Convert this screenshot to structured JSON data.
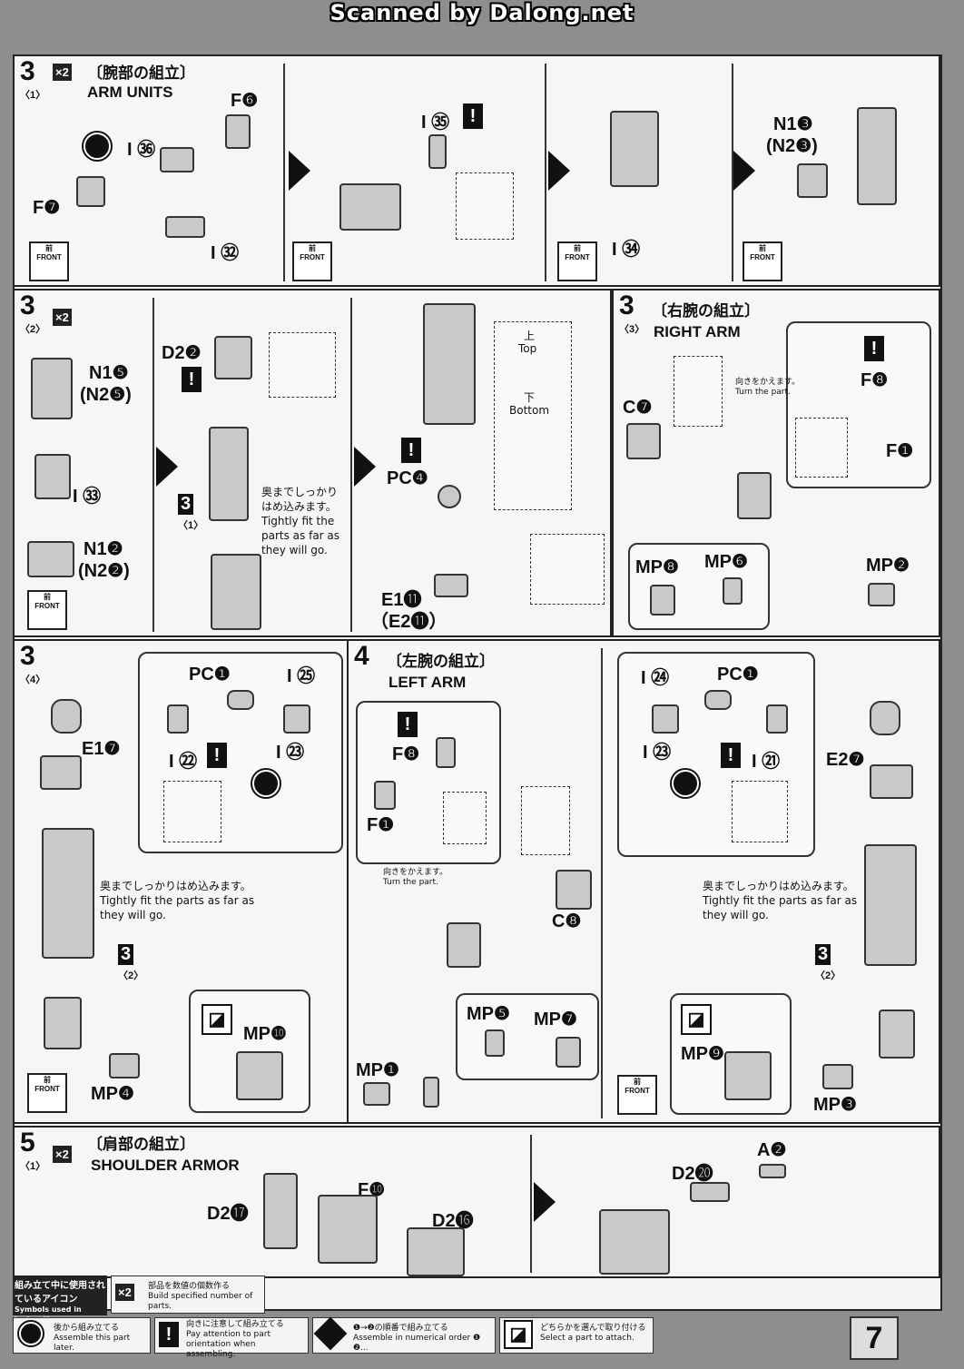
{
  "watermark": "Scanned by Dalong.net",
  "page_number": "7",
  "front_icon": {
    "jp": "前",
    "en": "FRONT"
  },
  "step3_1": {
    "num": "3",
    "sub": "〈1〉",
    "mult": "×2",
    "title_jp": "〔腕部の組立〕",
    "title_en": "ARM UNITS",
    "labels": {
      "f6": "F❻",
      "i36": "I ㊱",
      "f7": "F❼",
      "i32": "I ㉜",
      "i35": "I ㉟",
      "i34": "I ㉞",
      "n13": "N1❸",
      "n23": "(N2❸)"
    }
  },
  "step3_2": {
    "num": "3",
    "sub": "〈2〉",
    "mult": "×2",
    "labels": {
      "n15": "N1❺",
      "n25": "(N2❺)",
      "i33": "I ㉝",
      "n12": "N1❷",
      "n22": "(N2❷)",
      "d22": "D2❷",
      "pc4": "PC❹",
      "e111": "E1⓫",
      "e211": "（E2⓫）",
      "ref": "〈1〉"
    },
    "note_jp": "奥までしっかりはめ込みます。",
    "note_en": "Tightly fit the parts as far as they will go.",
    "top_jp": "上",
    "top_en": "Top",
    "bottom_jp": "下",
    "bottom_en": "Bottom"
  },
  "step3_3": {
    "num": "3",
    "sub": "〈3〉",
    "title_jp": "〔右腕の組立〕",
    "title_en": "RIGHT ARM",
    "labels": {
      "c7": "C❼",
      "f8": "F❽",
      "f1": "F❶",
      "mp8": "MP❽",
      "mp6": "MP❻",
      "mp2": "MP❷"
    },
    "turn_jp": "向きをかえます。",
    "turn_en": "Turn the part."
  },
  "step3_4": {
    "num": "3",
    "sub": "〈4〉",
    "labels": {
      "pc1": "PC❶",
      "i25": "I ㉕",
      "e17": "E1❼",
      "i22": "I ㉒",
      "i23": "I ㉓",
      "mp10": "MP❿",
      "mp4": "MP❹",
      "ref": "〈2〉"
    },
    "note_jp": "奥までしっかりはめ込みます。",
    "note_en": "Tightly fit the parts as far as they will go."
  },
  "step4": {
    "num": "4",
    "title_jp": "〔左腕の組立〕",
    "title_en": "LEFT ARM",
    "labels": {
      "f8": "F❽",
      "f1": "F❶",
      "c8": "C❽",
      "mp5": "MP❺",
      "mp7": "MP❼",
      "mp1": "MP❶",
      "i24": "I ㉔",
      "pc1": "PC❶",
      "i23": "I ㉓",
      "i21": "I ㉑",
      "e27": "E2❼",
      "mp9": "MP❾",
      "mp3": "MP❸",
      "ref": "〈2〉"
    },
    "turn_jp": "向きをかえます。",
    "turn_en": "Turn the part.",
    "note_jp": "奥までしっかりはめ込みます。",
    "note_en": "Tightly fit the parts as far as they will go."
  },
  "step5_1": {
    "num": "5",
    "sub": "〈1〉",
    "mult": "×2",
    "title_jp": "〔肩部の組立〕",
    "title_en": "SHOULDER ARMOR",
    "labels": {
      "d217": "D2⓱",
      "f10": "F❿",
      "d216": "D2⓰",
      "a2": "A❷",
      "d220": "D2⓴"
    }
  },
  "legend": {
    "heading_jp": "組み立て中に使用されているアイコン",
    "heading_en": "Symbols used in instructions",
    "mult": "×2",
    "mult_jp": "部品を数値の個数作る",
    "mult_en": "Build specified number of parts.",
    "later_jp": "後から組み立てる",
    "later_en": "Assemble this part later.",
    "orient_jp": "向きに注意して組み立てる",
    "orient_en": "Pay attention to part orientation when assembling.",
    "order_jp": "❶→❷の順番で組み立てる",
    "order_en": "Assemble in numerical order ❶ ❷...",
    "select_jp": "どちらかを選んで取り付ける",
    "select_en": "Select a part to attach."
  }
}
